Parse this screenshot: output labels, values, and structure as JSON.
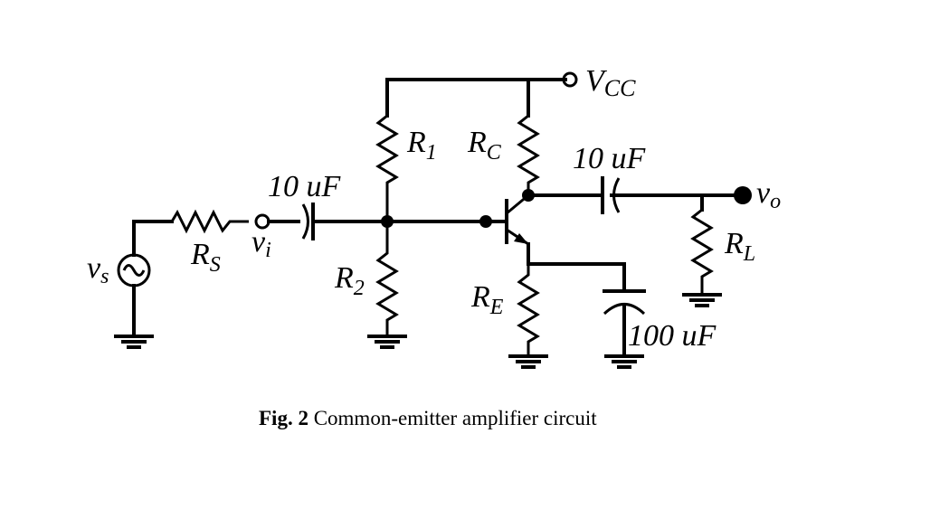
{
  "labels": {
    "vcc": {
      "main": "V",
      "sub": "CC"
    },
    "r1": {
      "main": "R",
      "sub": "1"
    },
    "rc": {
      "main": "R",
      "sub": "C"
    },
    "r2": {
      "main": "R",
      "sub": "2"
    },
    "re": {
      "main": "R",
      "sub": "E"
    },
    "rs": {
      "main": "R",
      "sub": "S"
    },
    "rl": {
      "main": "R",
      "sub": "L"
    },
    "vs": {
      "main": "v",
      "sub": "s"
    },
    "vi": {
      "main": "v",
      "sub": "i"
    },
    "vo": {
      "main": "v",
      "sub": "o"
    },
    "c_in": "10 uF",
    "c_out": "10 uF",
    "c_e": "100 uF"
  },
  "caption": {
    "prefix": "Fig. 2",
    "text": " Common-emitter amplifier circuit"
  }
}
